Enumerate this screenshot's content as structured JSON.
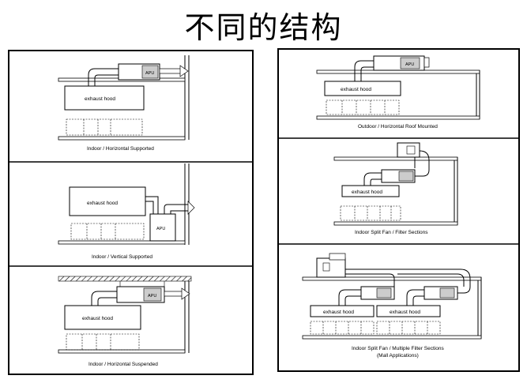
{
  "title": "不同的结构",
  "left_panel": {
    "sections": [
      {
        "caption": "Indoor / Horizontal Supported",
        "hood_label": "exhaust hood",
        "unit_label": "APU"
      },
      {
        "caption": "Indoor / Vertical Supported",
        "hood_label": "exhaust hood",
        "unit_label": "APU"
      },
      {
        "caption": "Indoor / Horizontal Suspended",
        "hood_label": "exhaust hood",
        "unit_label": "APU"
      }
    ]
  },
  "right_panel": {
    "sections": [
      {
        "caption": "Outdoor / Horizontal Roof Mounted",
        "hood_label": "exhaust hood",
        "unit_label": "APU"
      },
      {
        "caption": "Indoor Split Fan / Filter Sections",
        "hood_label": "exhaust hood"
      },
      {
        "caption": "Indoor Split Fan / Multiple Filter Sections",
        "caption_line2": "(Mall Applications)",
        "hood_labels": [
          "exhaust hood",
          "exhaust hood"
        ]
      }
    ]
  }
}
